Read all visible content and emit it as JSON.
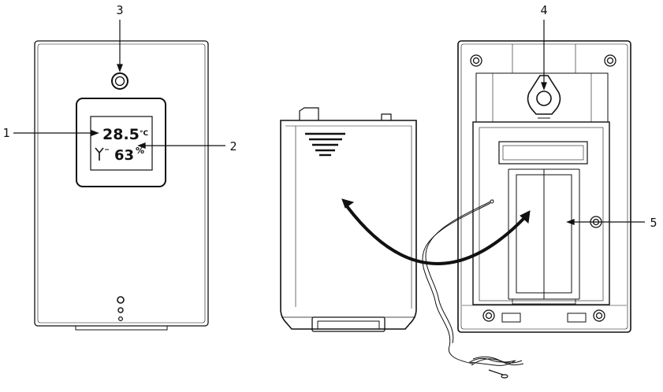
{
  "callouts": {
    "c1": "1",
    "c2": "2",
    "c3": "3",
    "c4": "4",
    "c5": "5"
  },
  "display": {
    "temperature": "28.5",
    "temp_unit": "°C",
    "humidity": "63",
    "humidity_unit": "%",
    "signal_icon": "antenna-icon"
  },
  "colors": {
    "line": "#111111",
    "background": "#ffffff"
  }
}
